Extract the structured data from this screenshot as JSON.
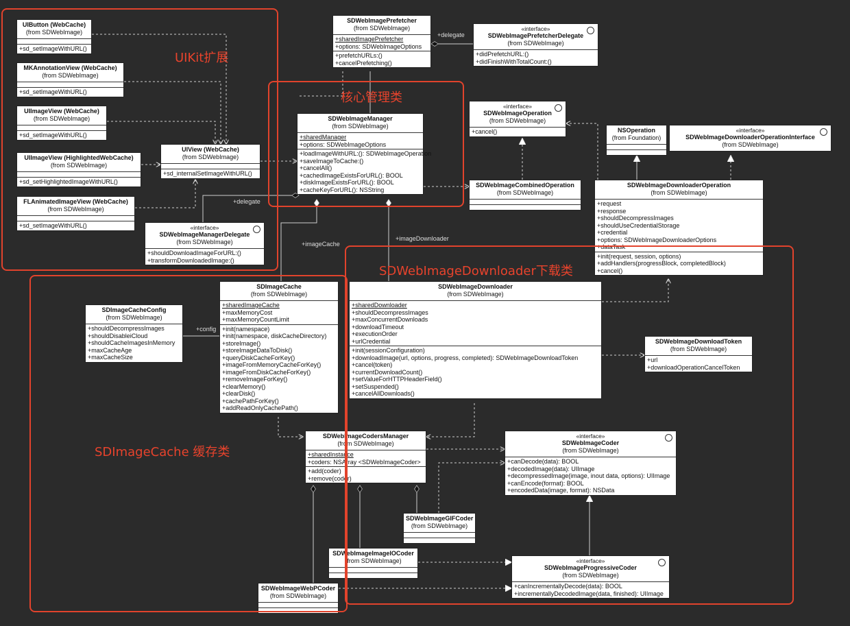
{
  "stereotype": "«interface»",
  "groups": {
    "uikit": "UIKit扩展",
    "core": "核心管理类",
    "downloader": "SDWebImageDownloader下载类",
    "cache": "SDImageCache 缓存类"
  },
  "relations": {
    "delegate_prefetcher": "+delegate",
    "delegate_manager": "+delegate",
    "image_cache": "+imageCache",
    "image_downloader": "+imageDownloader",
    "config": "+config"
  },
  "classes": {
    "uibutton": {
      "name": "UIButton (WebCache)",
      "from": "(from SDWebImage)",
      "attrs": [],
      "ops": [
        "+sd_setImageWithURL()"
      ]
    },
    "mkannotation": {
      "name": "MKAnnotationView (WebCache)",
      "from": "(from SDWebImage)",
      "attrs": [],
      "ops": [
        "+sd_setImageWithURL()"
      ]
    },
    "uiimageview": {
      "name": "UIImageView (WebCache)",
      "from": "(from SDWebImage)",
      "attrs": [],
      "ops": [
        "+sd_setImageWithURL()"
      ]
    },
    "uiimageview_hl": {
      "name": "UIImageView (HighlightedWebCache)",
      "from": "(from SDWebImage)",
      "attrs": [],
      "ops": [
        "+sd_setHighlightedImageWithURL()"
      ]
    },
    "flanimated": {
      "name": "FLAnimatedImageView (WebCache)",
      "from": "(from SDWebImage)",
      "attrs": [],
      "ops": [
        "+sd_setImageWithURL()"
      ]
    },
    "uiview": {
      "name": "UIView (WebCache)",
      "from": "(from SDWebImage)",
      "attrs": [],
      "ops": [
        "+sd_internalSetImageWithURL()"
      ]
    },
    "manager_delegate": {
      "name": "SDWebImageManagerDelegate",
      "from": "(from SDWebImage)",
      "ops": [
        "+shouldDownloadImageForURL:()",
        "+transformDownloadedImage:()"
      ]
    },
    "prefetcher": {
      "name": "SDWebImagePrefetcher",
      "from": "(from SDWebImage)",
      "attrs": [
        "+sharedImagePrefetcher",
        "+options: SDWebImageOptions"
      ],
      "ops": [
        "+prefetchURLs:()",
        "+cancelPrefetching()"
      ]
    },
    "prefetcher_delegate": {
      "name": "SDWebImagePrefetcherDelegate",
      "from": "(from SDWebImage)",
      "ops": [
        "+didPrefetchURL:()",
        "+didFinishWithTotalCount:()"
      ]
    },
    "manager": {
      "name": "SDWebImageManager",
      "from": "(from SDWebImage)",
      "attrs": [
        "+sharedManager",
        "+options: SDWebImageOptions"
      ],
      "ops": [
        "+loadImageWithURL:(): SDWebImageOperation",
        "+saveImageToCache:()",
        "+cancelAll()",
        "+cachedImageExistsForURL(): BOOL",
        "+diskImageExistsForURL(): BOOL",
        "+cacheKeyForURL(): NSString"
      ]
    },
    "operation": {
      "name": "SDWebImageOperation",
      "from": "(from SDWebImage)",
      "ops": [
        "+cancel()"
      ]
    },
    "combined": {
      "name": "SDWebImageCombinedOperation",
      "from": "(from SDWebImage)"
    },
    "nsoperation": {
      "name": "NSOperation",
      "from": "(from Foundation)"
    },
    "dl_op_interface": {
      "name": "SDWebImageDownloaderOperationInterface",
      "from": "(from SDWebImage)"
    },
    "dl_operation": {
      "name": "SDWebImageDownloaderOperation",
      "from": "(from SDWebImage)",
      "attrs": [
        "+request",
        "+response",
        "+shouldDecompressImages",
        "+shouldUseCredentialStorage",
        "+credential",
        "+options: SDWebImageDownloaderOptions",
        "+dataTask"
      ],
      "ops": [
        "+init(request, session, options)",
        "+addHandlers(progressBlock, completedBlock)",
        "+cancel()"
      ]
    },
    "cache_config": {
      "name": "SDImageCacheConfig",
      "from": "(from SDWebImage)",
      "attrs": [
        "+shouldDecompressImages",
        "+shouldDisableiCloud",
        "+shouldCacheImagesInMemory",
        "+maxCacheAge",
        "+maxCacheSize"
      ]
    },
    "image_cache": {
      "name": "SDImageCache",
      "from": "(from SDWebImage)",
      "attrs": [
        "+sharedImageCache",
        "+maxMemoryCost",
        "+maxMemoryCountLimit"
      ],
      "ops": [
        "+init(namespace)",
        "+init(namespace, diskCacheDirectory)",
        "+storeImage()",
        "+storeImageDataToDisk()",
        "+queryDiskCacheForKey()",
        "+imageFromMemoryCacheForKey()",
        "+imageFromDiskCacheForKey()",
        "+removeImageForKey()",
        "+clearMemory()",
        "+clearDisk()",
        "+cachePathForKey()",
        "+addReadOnlyCachePath()"
      ]
    },
    "downloader": {
      "name": "SDWebImageDownloader",
      "from": "(from SDWebImage)",
      "attrs": [
        "+sharedDownloader",
        "+shouldDecompressImages",
        "+maxConcurrentDownloads",
        "+downloadTimeout",
        "+executionOrder",
        "+urlCredential"
      ],
      "ops": [
        "+init(sessionConfiguration)",
        "+downloadImage(url, options, progress, completed): SDWebImageDownloadToken",
        "+cancel(token)",
        "+currentDownloadCount()",
        "+setValueForHTTPHeaderField()",
        "+setSuspended()",
        "+cancelAllDownloads()"
      ]
    },
    "download_token": {
      "name": "SDWebImageDownloadToken",
      "from": "(from SDWebImage)",
      "attrs": [
        "+url",
        "+downloadOperationCancelToken"
      ]
    },
    "coders_manager": {
      "name": "SDWebImageCodersManager",
      "from": "(from SDWebImage)",
      "attrs": [
        "+sharedInstance",
        "+coders: NSArray <SDWebImageCoder>"
      ],
      "ops": [
        "+add(coder)",
        "+remove(coder)"
      ]
    },
    "coder": {
      "name": "SDWebImageCoder",
      "from": "(from SDWebImage)",
      "ops": [
        "+canDecode(data): BOOL",
        "+decodedImage(data): UIImage",
        "+decompressedImage(image, inout data, options): UIImage",
        "+canEncode(format): BOOL",
        "+encodedData(image, format): NSData"
      ]
    },
    "gif_coder": {
      "name": "SDWebImageGIFCoder",
      "from": "(from SDWebImage)"
    },
    "imageio_coder": {
      "name": "SDWebImageImageIOCoder",
      "from": "(from SDWebImage)"
    },
    "progressive_coder": {
      "name": "SDWebImageProgressiveCoder",
      "from": "(from SDWebImage)",
      "ops": [
        "+canIncrementallyDecode(data): BOOL",
        "+incrementallyDecodedImage(data, finished): UIImage"
      ]
    },
    "webp_coder": {
      "name": "SDWebImageWebPCoder",
      "from": "(from SDWebImage)"
    }
  }
}
